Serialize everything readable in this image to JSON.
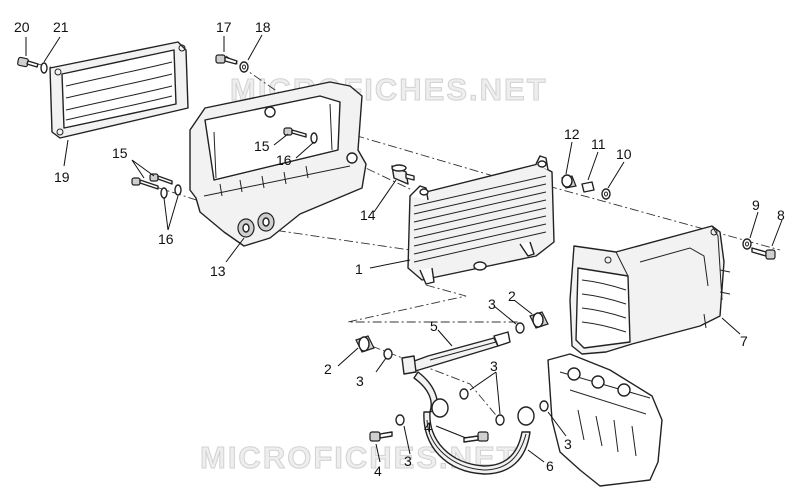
{
  "watermark": {
    "text_top": "MICROFICHES.NET",
    "text_bottom": "MICROFICHES.NET"
  },
  "callouts": {
    "c1": "1",
    "c2a": "2",
    "c2b": "2",
    "c3a": "3",
    "c3b": "3",
    "c3c": "3",
    "c3d": "3",
    "c3e": "3",
    "c4a": "4",
    "c4b": "4",
    "c5": "5",
    "c6": "6",
    "c7": "7",
    "c8": "8",
    "c9": "9",
    "c10": "10",
    "c11": "11",
    "c12": "12",
    "c13": "13",
    "c14": "14",
    "c15a": "15",
    "c15b": "15",
    "c16a": "16",
    "c16b": "16",
    "c17": "17",
    "c18": "18",
    "c19": "19",
    "c20": "20",
    "c21": "21"
  }
}
